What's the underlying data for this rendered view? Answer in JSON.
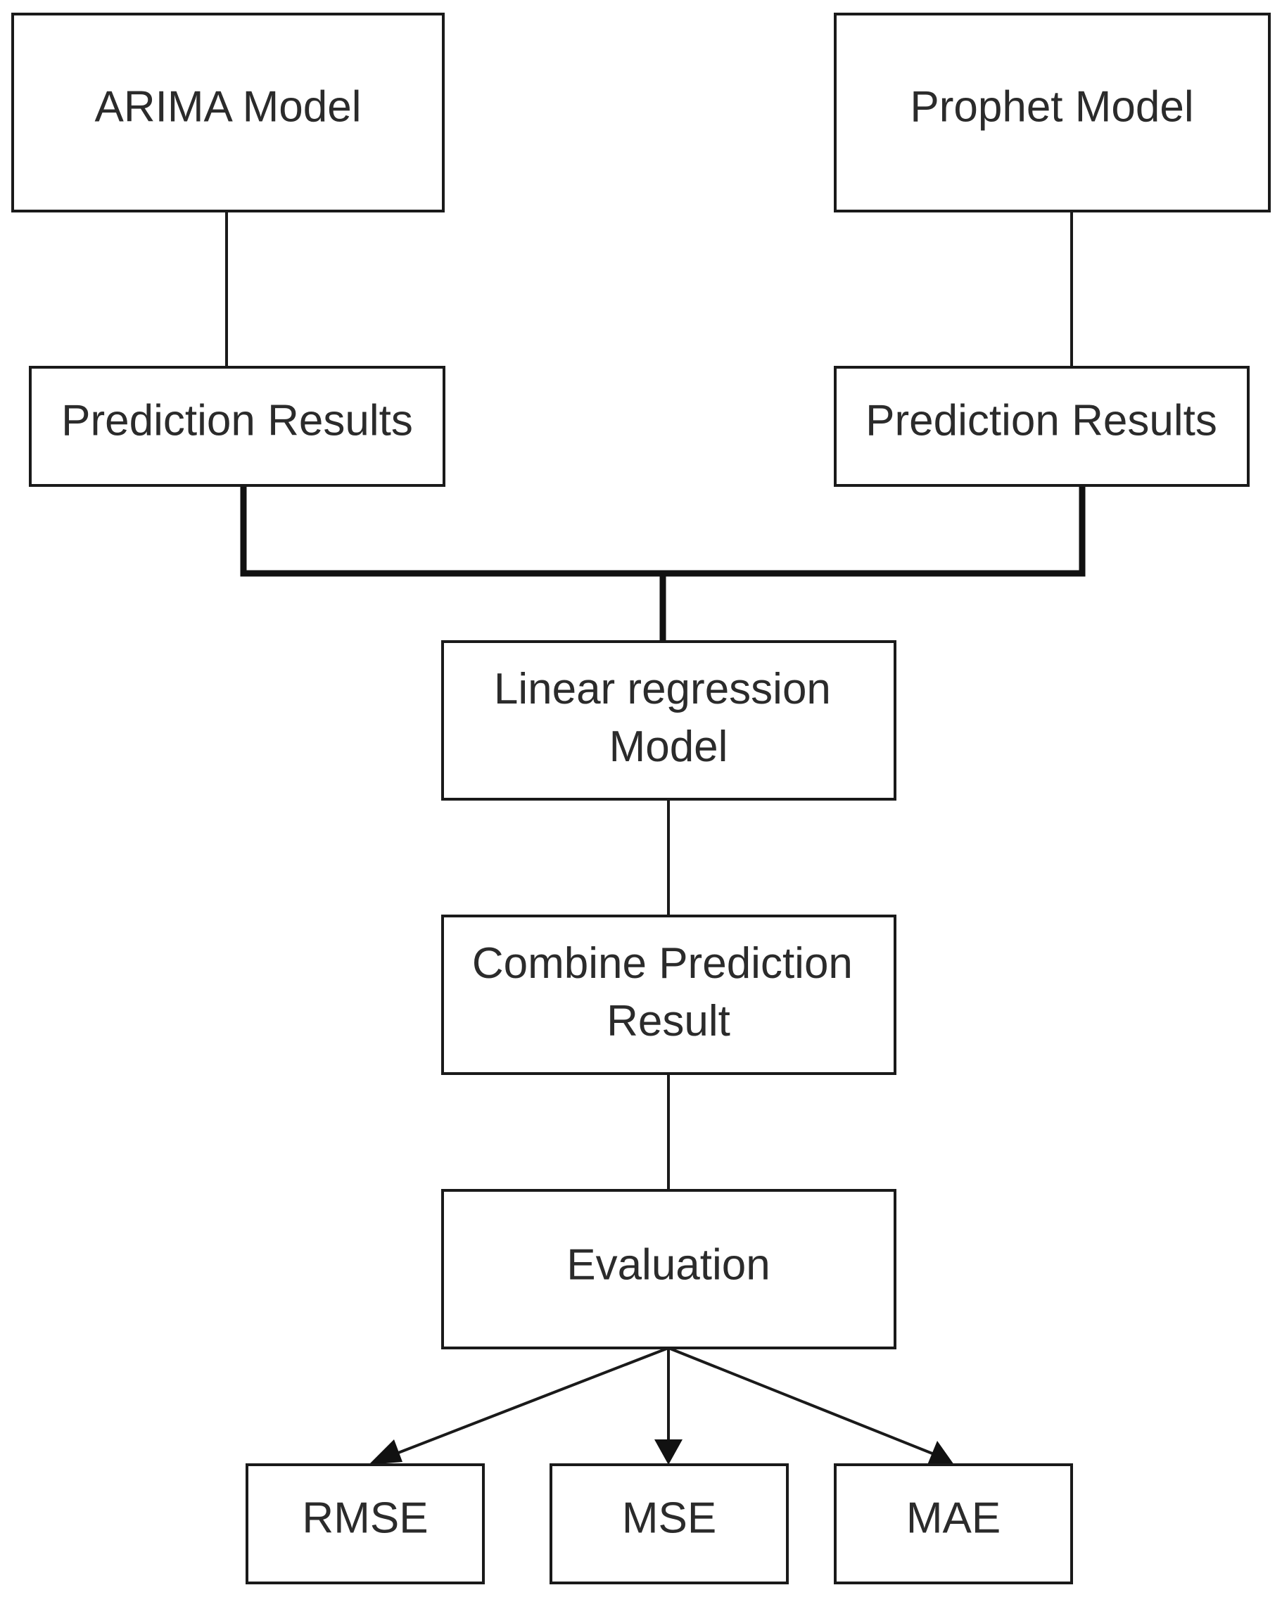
{
  "nodes": {
    "arima_model": "ARIMA Model",
    "prophet_model": "Prophet Model",
    "arima_prediction_results": "Prediction Results",
    "prophet_prediction_results": "Prediction Results",
    "linear_regression_model": [
      "Linear regression",
      "Model"
    ],
    "combine_prediction_result": [
      "Combine Prediction",
      "Result"
    ],
    "evaluation": "Evaluation",
    "rmse": "RMSE",
    "mse": "MSE",
    "mae": "MAE"
  },
  "colors": {
    "stroke": "#1a1a1a",
    "text": "#2b2b2b",
    "background": "#ffffff"
  }
}
